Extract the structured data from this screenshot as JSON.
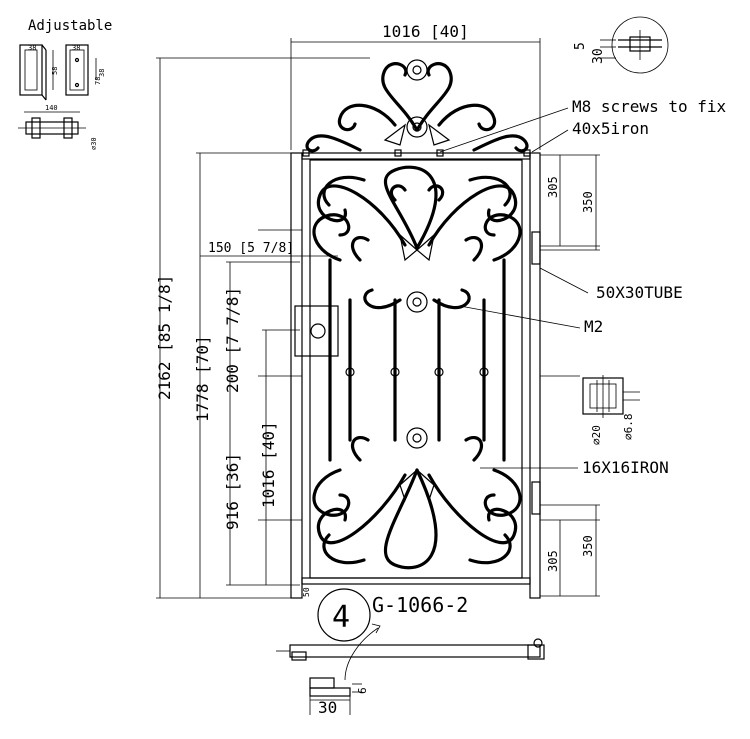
{
  "labels": {
    "adjustable": "Adjustable",
    "overall_width": "1016 [40]",
    "screws": "M8 screws to fix",
    "iron40x5": "40x5iron",
    "tube": "50X30TUBE",
    "m2": "M2",
    "iron16": "16X16IRON",
    "offset150": "150 [5 7/8]",
    "total_height": "2162 [85 1/8]",
    "gate_height": "1778 [70]",
    "lock_offset": "200 [7 7/8]",
    "lock_height": "1016 [40]",
    "handle_height": "916 [36]",
    "hinge_top_305": "305",
    "hinge_top_350": "350",
    "hinge_bottom_305": "305",
    "hinge_bottom_350": "350",
    "gap50": "50",
    "sec_5": "5",
    "sec_30": "30",
    "diam20": "⌀20",
    "diam68": "⌀6.8",
    "det_58": "58",
    "det_78": "78",
    "det_38a": "38",
    "det_38b": "38",
    "det_38c": "38",
    "det_140": "140",
    "det_30": "⌀30",
    "plan_mark": "6",
    "plan_30": "30",
    "circle_num": "4",
    "model": "G-1066-2"
  }
}
